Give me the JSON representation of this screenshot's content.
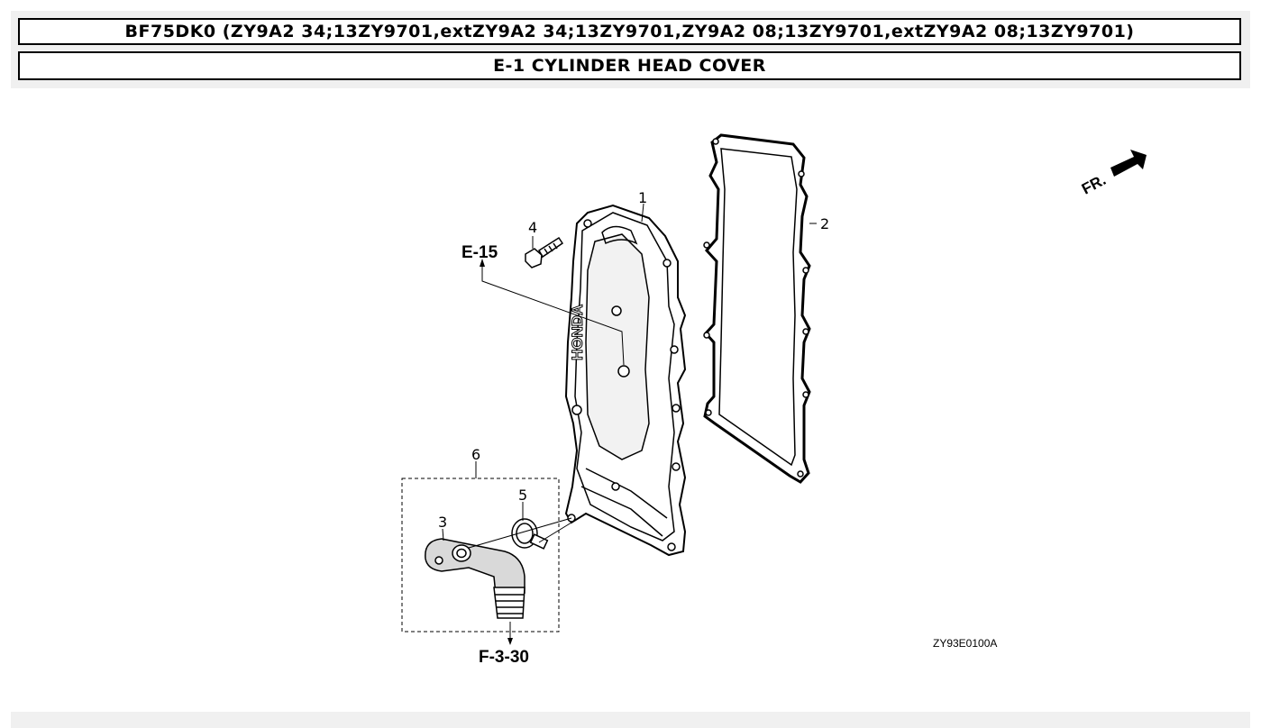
{
  "header": {
    "model_line": "BF75DK0 (ZY9A2 34;13ZY9701,extZY9A2 34;13ZY9701,ZY9A2 08;13ZY9701,extZY9A2 08;13ZY9701)",
    "section_title": "E-1 CYLINDER HEAD COVER"
  },
  "diagram": {
    "callouts": {
      "c1": "1",
      "c2": "2",
      "c3": "3",
      "c4": "4",
      "c5": "5",
      "c6": "6"
    },
    "references": {
      "upper": "E-15",
      "lower": "F-3-30"
    },
    "front_arrow_label": "FR.",
    "drawing_code": "ZY93E0100A",
    "cover_logo": "HONDA"
  }
}
